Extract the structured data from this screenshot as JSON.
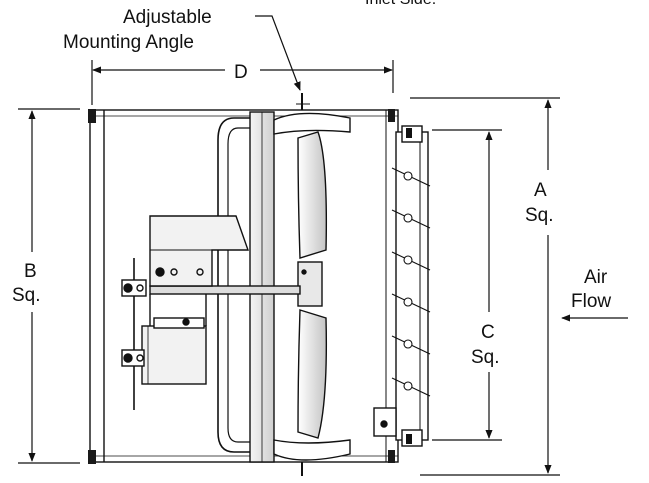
{
  "labels": {
    "top_partial": "Inlet Side.",
    "adjustable_line1": "Adjustable",
    "adjustable_line2": "Mounting Angle",
    "dim_d": "D",
    "dim_a": "A",
    "dim_a_sq": "Sq.",
    "dim_b": "B",
    "dim_b_sq": "Sq.",
    "dim_c": "C",
    "dim_c_sq": "Sq.",
    "air_line1": "Air",
    "air_line2": "Flow"
  }
}
